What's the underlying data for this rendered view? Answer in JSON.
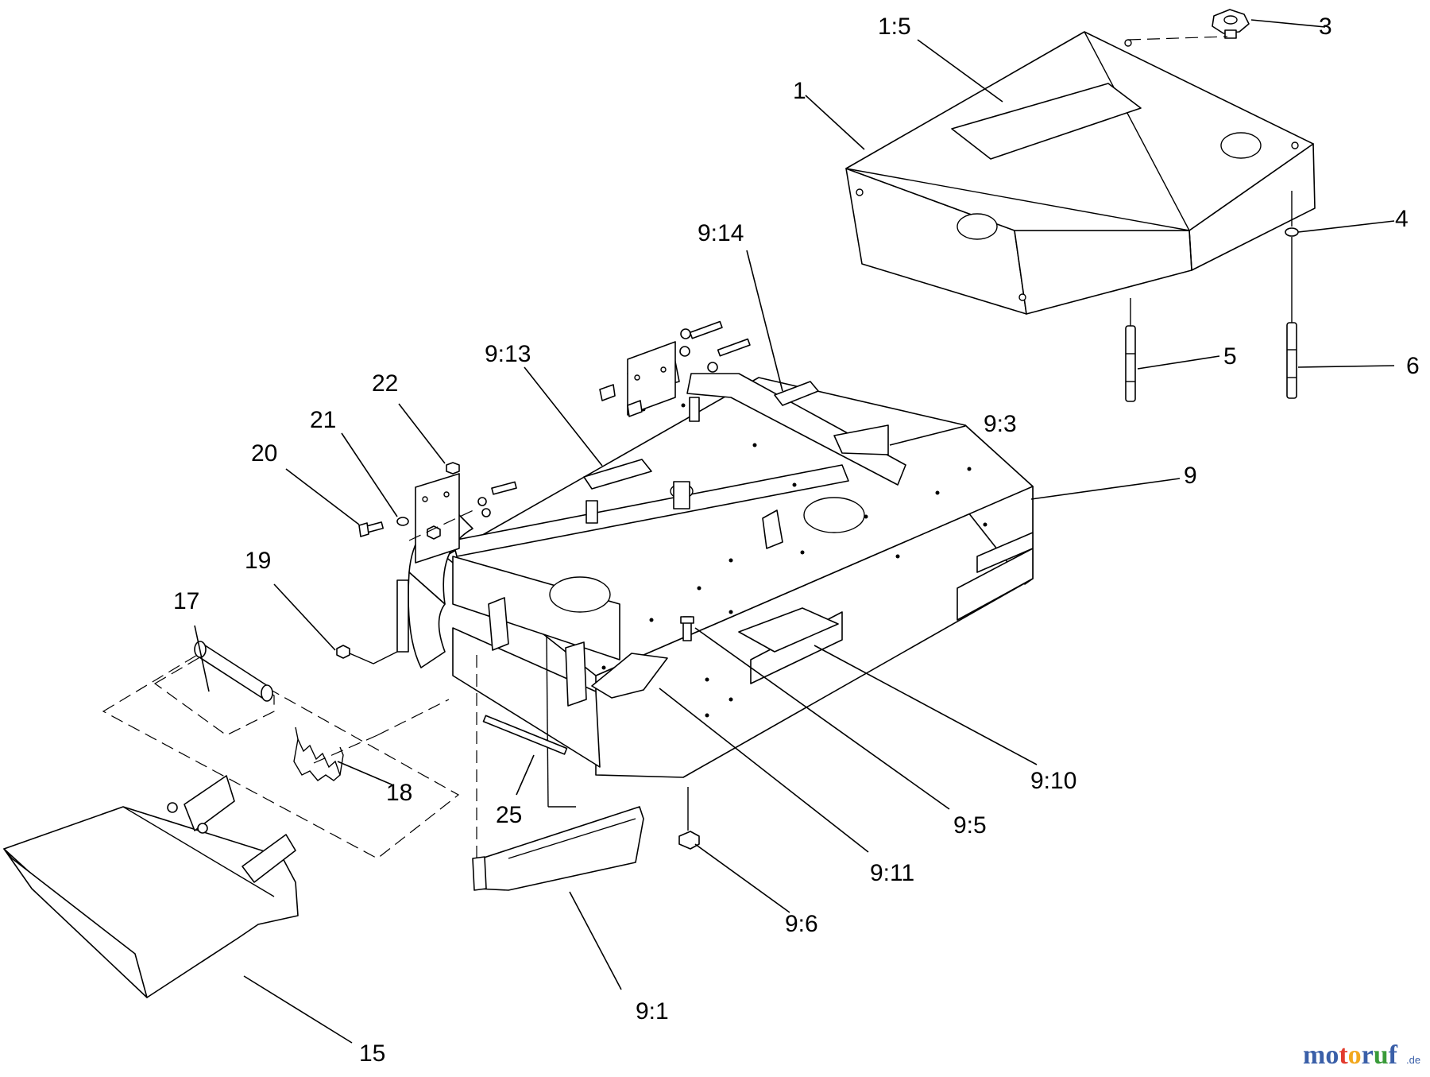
{
  "callouts": {
    "c1": "1",
    "c1_5": "1:5",
    "c3": "3",
    "c4": "4",
    "c5": "5",
    "c6": "6",
    "c9": "9",
    "c9_1": "9:1",
    "c9_3": "9:3",
    "c9_5": "9:5",
    "c9_6": "9:6",
    "c9_10": "9:10",
    "c9_11": "9:11",
    "c9_13": "9:13",
    "c9_14": "9:14",
    "c15": "15",
    "c17": "17",
    "c18": "18",
    "c19": "19",
    "c20": "20",
    "c21": "21",
    "c22": "22",
    "c25": "25"
  },
  "watermark": {
    "main": "motoruf",
    "suffix": ".de",
    "colors": [
      "#3a5fa8",
      "#e23b2e",
      "#f2a81d",
      "#3a9b3a"
    ]
  }
}
